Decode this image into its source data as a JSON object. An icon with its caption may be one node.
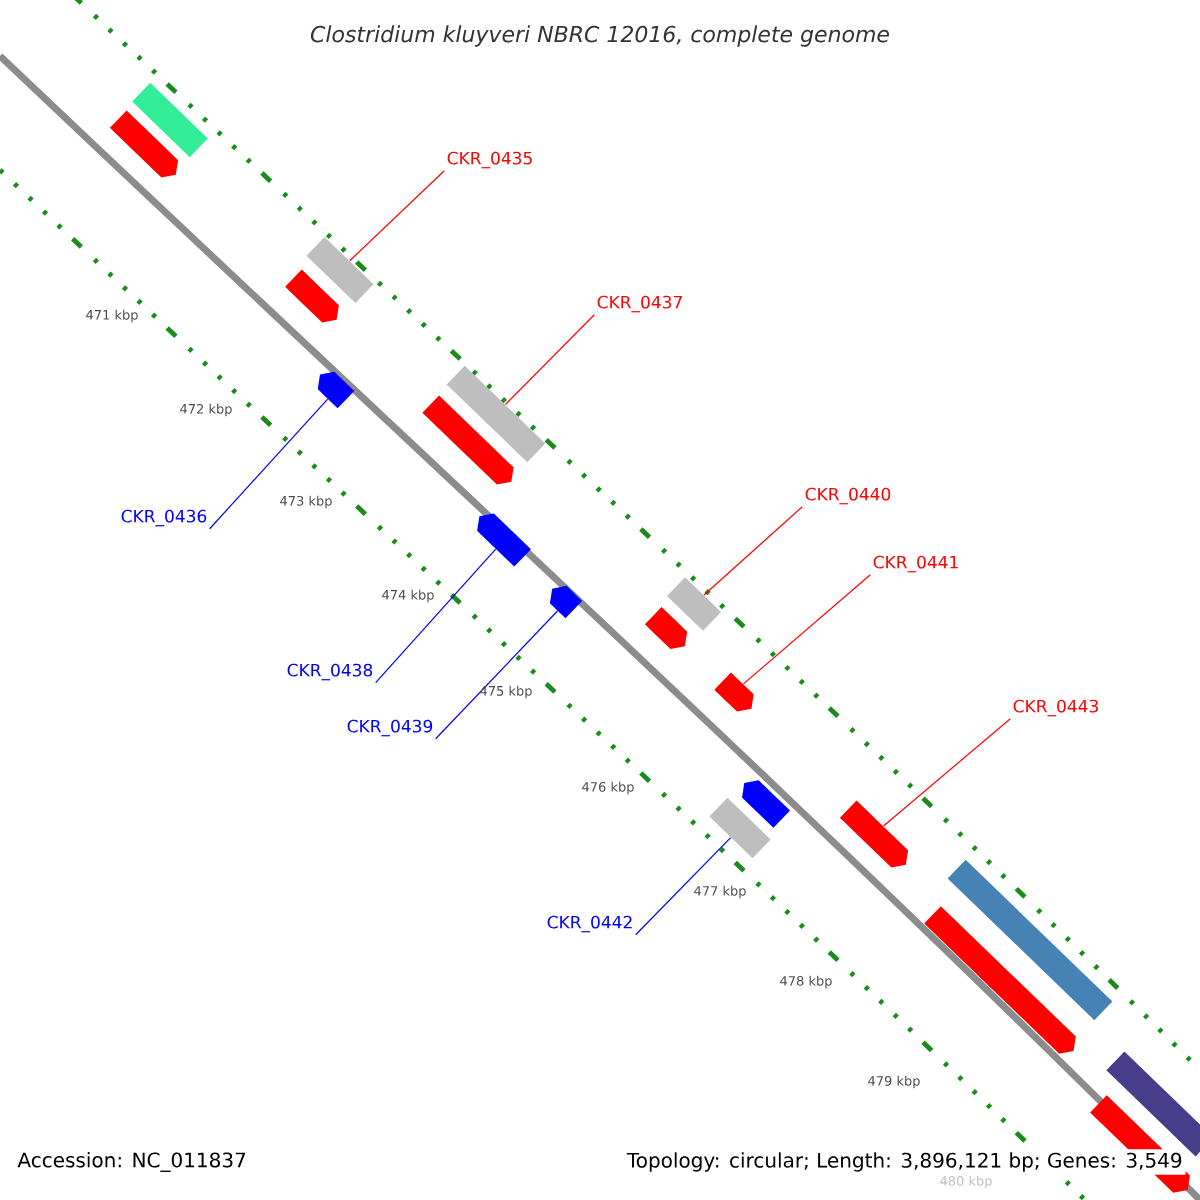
{
  "diagram": {
    "title": "Clostridium kluyveri NBRC 12016, complete genome",
    "nodes": [
      {
        "text": [
          "CKR_0435"
        ]
      },
      {
        "text": [
          "CKR_0437"
        ]
      },
      {
        "text": [
          "CKR_0440"
        ]
      },
      {
        "text": [
          "CKR_0436"
        ]
      },
      {
        "text": [
          "CKR_0441"
        ]
      },
      {
        "text": [
          "CKR_0438"
        ]
      },
      {
        "text": [
          "CKR_0443"
        ]
      },
      {
        "text": [
          "CKR_0439"
        ]
      },
      {
        "text": [
          "CKR_0442"
        ]
      },
      {
        "text": [],
        "shape": "box"
      },
      {
        "text": [],
        "shape": "pentagon"
      },
      {
        "text": [],
        "shape": "box"
      },
      {
        "text": [],
        "shape": "pentagon"
      },
      {
        "text": [],
        "shape": "pentagon"
      },
      {
        "text": [],
        "shape": "box"
      },
      {
        "text": [],
        "shape": "pentagon"
      },
      {
        "text": [],
        "shape": "pentagon"
      },
      {
        "text": [],
        "shape": "pentagon"
      },
      {
        "text": [],
        "shape": "box"
      },
      {
        "text": [],
        "shape": "pentagon"
      },
      {
        "text": [],
        "shape": "pentagon"
      },
      {
        "text": [],
        "shape": "pentagon"
      },
      {
        "text": [],
        "shape": "box"
      },
      {
        "text": [],
        "shape": "pentagon"
      },
      {
        "text": [],
        "shape": "box"
      },
      {
        "text": [],
        "shape": "pentagon"
      },
      {
        "text": [],
        "shape": "box"
      },
      {
        "text": [],
        "shape": "pentagon"
      }
    ],
    "edges": [
      {
        "from": 0,
        "to": 11,
        "arrow": "none"
      },
      {
        "from": 1,
        "to": 14,
        "arrow": "none"
      },
      {
        "from": 2,
        "to": 18,
        "arrow": "none"
      },
      {
        "from": 3,
        "to": 13,
        "arrow": "none",
        "color": "#0000ff"
      },
      {
        "from": 4,
        "to": 20,
        "arrow": "none"
      },
      {
        "from": 5,
        "to": 16,
        "arrow": "none",
        "color": "#0000ff"
      },
      {
        "from": 6,
        "to": 23,
        "arrow": "none"
      },
      {
        "from": 7,
        "to": 17,
        "arrow": "none",
        "color": "#0000ff"
      },
      {
        "from": 8,
        "to": 22,
        "arrow": "none",
        "color": "#0000ff"
      }
    ],
    "labels": [
      "471 kbp",
      "472 kbp",
      "473 kbp",
      "474 kbp",
      "475 kbp",
      "476 kbp",
      "477 kbp",
      "478 kbp",
      "479 kbp",
      "480 kbp",
      "Accession: NC_011837",
      "Topology: circular; Length: 3,896,121 bp; Genes: 3,549"
    ]
  }
}
